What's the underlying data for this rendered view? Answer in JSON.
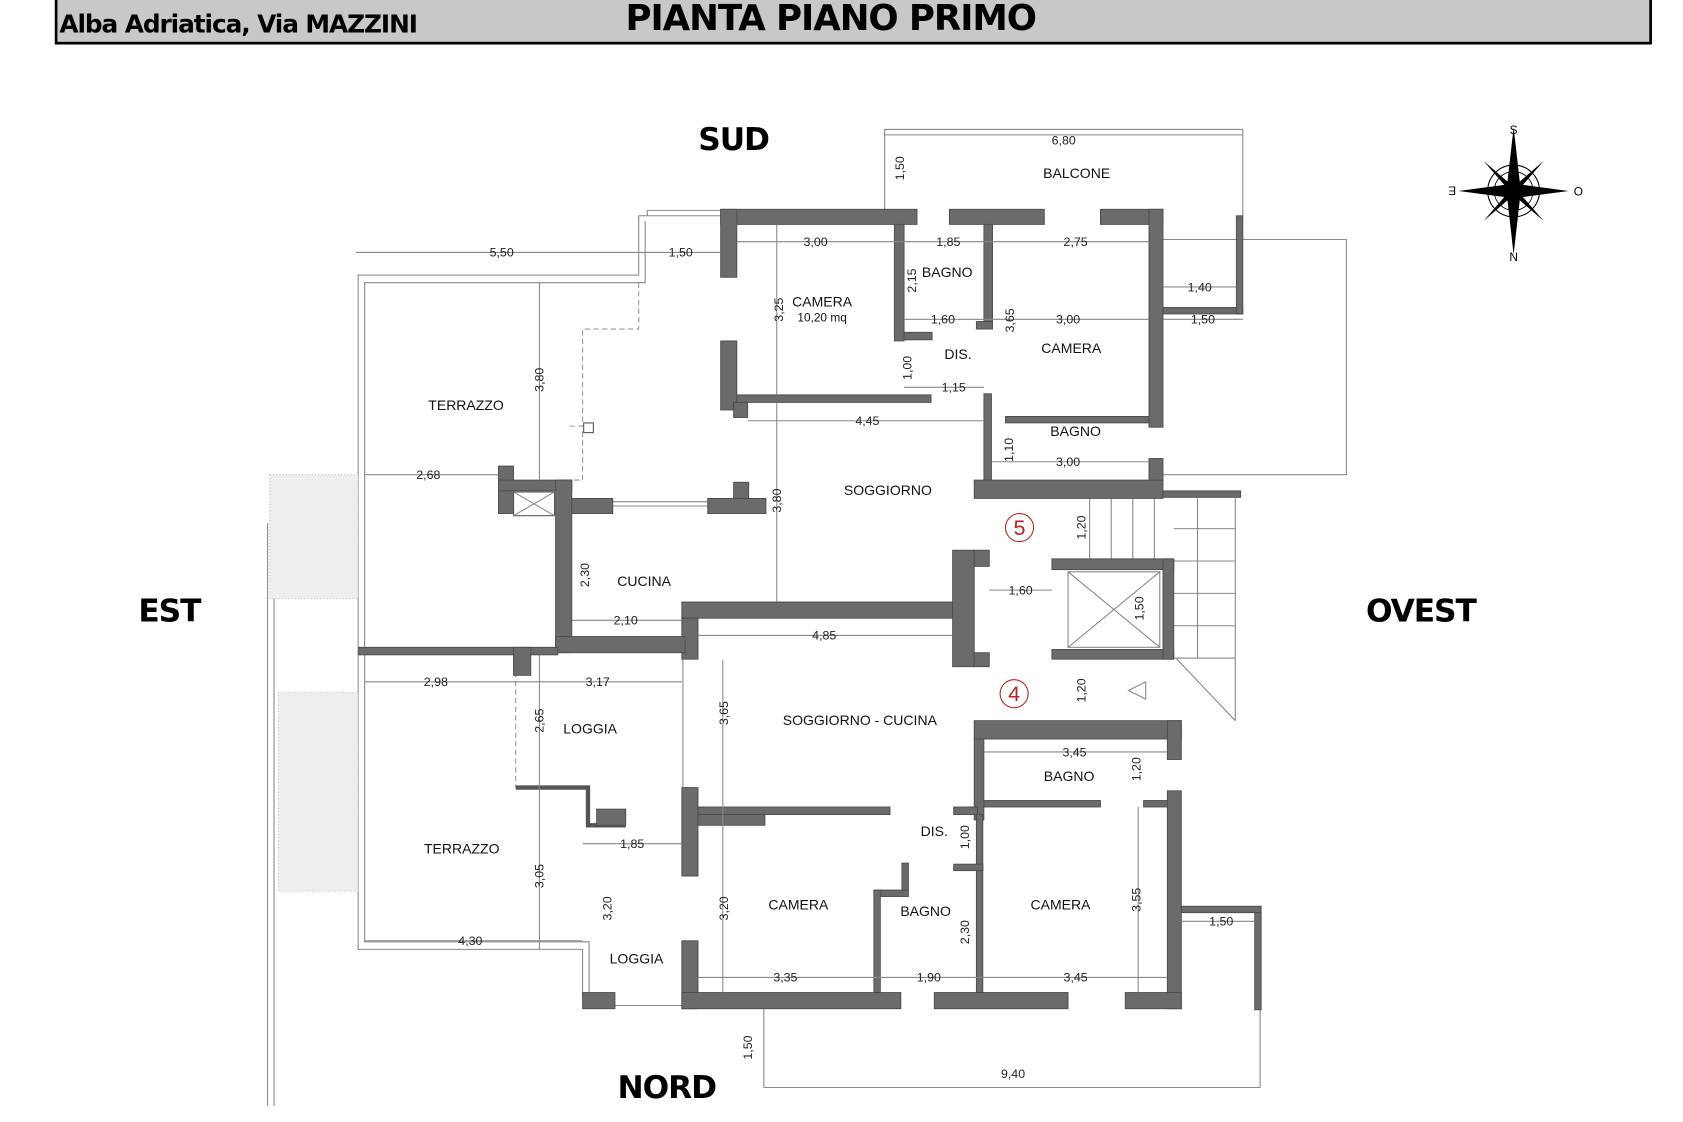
{
  "header": {
    "address": "Alba Adriatica, Via MAZZINI",
    "title": "PIANTA PIANO PRIMO"
  },
  "directions": {
    "south": "SUD",
    "north": "NORD",
    "east": "EST",
    "west": "OVEST"
  },
  "compass": {
    "s": "S",
    "n": "N",
    "e": "E",
    "o": "O"
  },
  "stairs": {
    "upper": "5",
    "lower": "4"
  },
  "rooms": {
    "balcone": "BALCONE",
    "camera_sud_area_label": "CAMERA",
    "camera_sud_area": "10,20 mq",
    "bagno_sud": "BAGNO",
    "dis_sud": "DIS.",
    "camera_sud_ovest": "CAMERA",
    "bagno_sud_ovest": "BAGNO",
    "terrazzo_sud": "TERRAZZO",
    "soggiorno": "SOGGIORNO",
    "cucina": "CUCINA",
    "soggiorno_cucina": "SOGGIORNO - CUCINA",
    "loggia_1": "LOGGIA",
    "terrazzo_nord": "TERRAZZO",
    "loggia_2": "LOGGIA",
    "bagno_nord_ovest": "BAGNO",
    "dis_nord": "DIS.",
    "camera_nord": "CAMERA",
    "bagno_nord": "BAGNO",
    "camera_nord_ovest": "CAMERA"
  },
  "dimensions": [
    "6,80",
    "1,50",
    "5,50",
    "1,50",
    "3,00",
    "1,85",
    "2,75",
    "2,15",
    "3,25",
    "1,40",
    "1,60",
    "3,65",
    "3,00",
    "1,50",
    "1,00",
    "1,15",
    "3,80",
    "4,45",
    "1,10",
    "3,00",
    "2,68",
    "3,80",
    "1,20",
    "2,30",
    "1,60",
    "1,50",
    "2,10",
    "4,85",
    "2,98",
    "3,17",
    "2,65",
    "3,65",
    "1,20",
    "3,45",
    "1,20",
    "1,00",
    "1,85",
    "3,05",
    "3,20",
    "3,20",
    "2,30",
    "3,55",
    "1,50",
    "4,30",
    "3,35",
    "1,90",
    "3,45",
    "1,50",
    "9,40"
  ]
}
